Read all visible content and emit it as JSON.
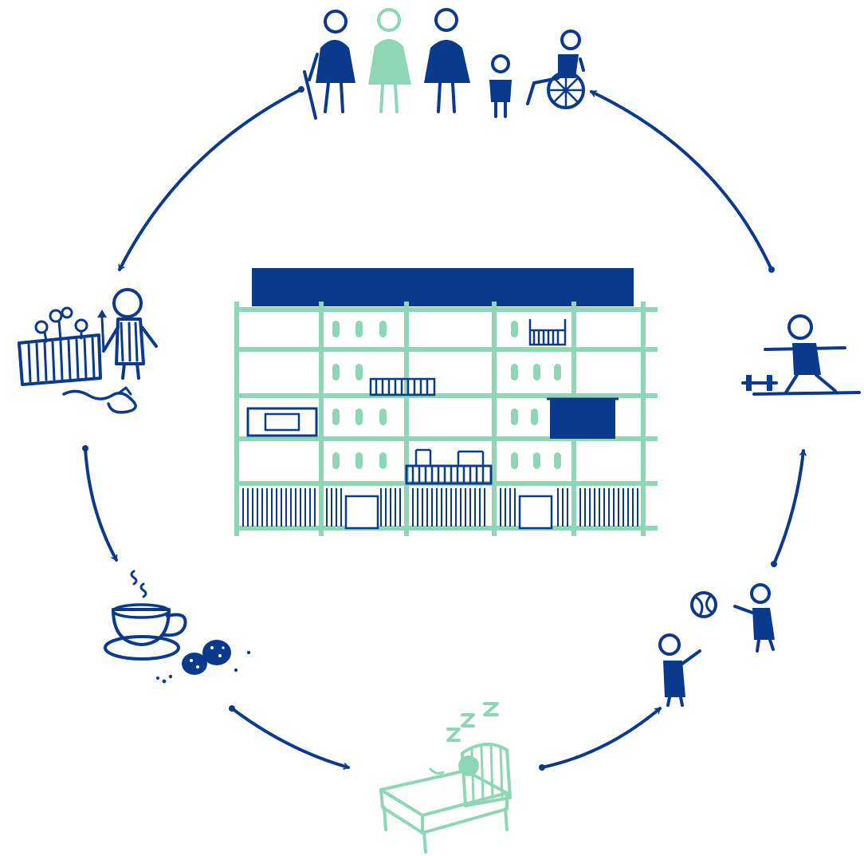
{
  "colors": {
    "navy": "#0b3a8c",
    "mint": "#8ed6b5",
    "background": "#ffffff"
  },
  "diagram": {
    "type": "cycle",
    "center": "apartment-building",
    "nodes": [
      {
        "name": "community-people",
        "icon": "people-group-icon",
        "color": "navy"
      },
      {
        "name": "gardening",
        "icon": "gardening-icon",
        "color": "navy"
      },
      {
        "name": "coffee-break",
        "icon": "coffee-cup-icon",
        "color": "navy"
      },
      {
        "name": "sleep",
        "icon": "bed-icon",
        "color": "mint"
      },
      {
        "name": "play-ball",
        "icon": "children-ball-icon",
        "color": "navy"
      },
      {
        "name": "exercise",
        "icon": "weightlifting-icon",
        "color": "navy"
      }
    ],
    "arrows": 6,
    "direction": "counter-clockwise"
  }
}
